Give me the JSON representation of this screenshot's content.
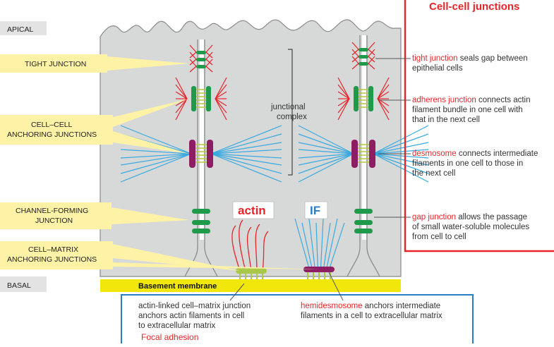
{
  "title": "Cell-cell junctions",
  "colors": {
    "cell": "#d7d9d8",
    "cell_outline": "#8a8a8a",
    "label_bg": "#fdf2a6",
    "basement": "#f2e70a",
    "junction_green": "#1f9a4a",
    "desmosome": "#8d1e63",
    "actin": "#e8242a",
    "intermediate_filament": "#39a9e1",
    "accent_red": "#e8242a",
    "accent_blue": "#2a7ec8"
  },
  "left_labels": {
    "apical": "APICAL",
    "tight": "TIGHT JUNCTION",
    "cell_cell_1": "CELL–CELL",
    "cell_cell_2": "ANCHORING JUNCTIONS",
    "channel_1": "CHANNEL-FORMING",
    "channel_2": "JUNCTION",
    "matrix_1": "CELL–MATRIX",
    "matrix_2": "ANCHORING JUNCTIONS",
    "basal": "BASAL"
  },
  "center": {
    "junctional_1": "junctional",
    "junctional_2": "complex",
    "actin": "actin",
    "if": "IF",
    "basement_membrane": "Basement membrane"
  },
  "right_descriptions": {
    "tight": {
      "term": "tight junction",
      "rest": " seals gap between",
      "line2": "epithelial cells"
    },
    "adherens": {
      "term": "adherens junction",
      "rest": " connects actin",
      "line2": "filament bundle in one cell with",
      "line3": "that in the next cell"
    },
    "desmosome": {
      "term": "desmosome",
      "rest": " connects intermediate",
      "line2": "filaments in one cell to those in",
      "line3": "the next cell"
    },
    "gap": {
      "term": "gap junction",
      "rest": " allows the passage",
      "line2": "of small water-soluble molecules",
      "line3": "from cell to cell"
    }
  },
  "bottom_descriptions": {
    "actin_linked": {
      "term": "actin-linked cell–matrix junction",
      "line2": "anchors actin filaments in cell",
      "line3": "to extracellular matrix"
    },
    "hemidesmosome": {
      "term": "hemidesmosome",
      "rest": " anchors intermediate",
      "line2": "filaments in a cell to extracellular matrix"
    },
    "focal": "Focal adhesion"
  }
}
